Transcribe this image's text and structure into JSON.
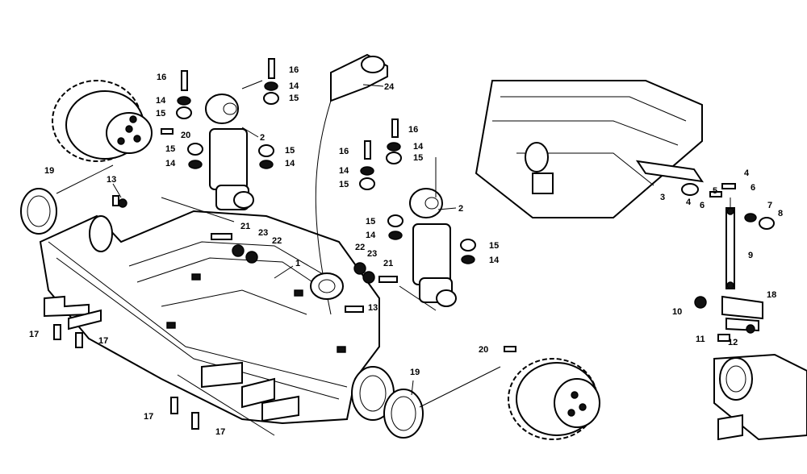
{
  "labels": [
    {
      "id": "l1",
      "text": "1"
    },
    {
      "id": "l2a",
      "text": "2"
    },
    {
      "id": "l2b",
      "text": "2"
    },
    {
      "id": "l3",
      "text": "3"
    },
    {
      "id": "l4a",
      "text": "4"
    },
    {
      "id": "l4b",
      "text": "4"
    },
    {
      "id": "l5",
      "text": "5"
    },
    {
      "id": "l6a",
      "text": "6"
    },
    {
      "id": "l6b",
      "text": "6"
    },
    {
      "id": "l7",
      "text": "7"
    },
    {
      "id": "l8",
      "text": "8"
    },
    {
      "id": "l9",
      "text": "9"
    },
    {
      "id": "l10",
      "text": "10"
    },
    {
      "id": "l11",
      "text": "11"
    },
    {
      "id": "l12",
      "text": "12"
    },
    {
      "id": "l13a",
      "text": "13"
    },
    {
      "id": "l13b",
      "text": "13"
    },
    {
      "id": "l14a",
      "text": "14"
    },
    {
      "id": "l14b",
      "text": "14"
    },
    {
      "id": "l14c",
      "text": "14"
    },
    {
      "id": "l14d",
      "text": "14"
    },
    {
      "id": "l14e",
      "text": "14"
    },
    {
      "id": "l14f",
      "text": "14"
    },
    {
      "id": "l14g",
      "text": "14"
    },
    {
      "id": "l14h",
      "text": "14"
    },
    {
      "id": "l15a",
      "text": "15"
    },
    {
      "id": "l15b",
      "text": "15"
    },
    {
      "id": "l15c",
      "text": "15"
    },
    {
      "id": "l15d",
      "text": "15"
    },
    {
      "id": "l15e",
      "text": "15"
    },
    {
      "id": "l15f",
      "text": "15"
    },
    {
      "id": "l15g",
      "text": "15"
    },
    {
      "id": "l15h",
      "text": "15"
    },
    {
      "id": "l16a",
      "text": "16"
    },
    {
      "id": "l16b",
      "text": "16"
    },
    {
      "id": "l16c",
      "text": "16"
    },
    {
      "id": "l16d",
      "text": "16"
    },
    {
      "id": "l17a",
      "text": "17"
    },
    {
      "id": "l17b",
      "text": "17"
    },
    {
      "id": "l17c",
      "text": "17"
    },
    {
      "id": "l17d",
      "text": "17"
    },
    {
      "id": "l18",
      "text": "18"
    },
    {
      "id": "l19a",
      "text": "19"
    },
    {
      "id": "l19b",
      "text": "19"
    },
    {
      "id": "l20a",
      "text": "20"
    },
    {
      "id": "l20b",
      "text": "20"
    },
    {
      "id": "l21a",
      "text": "21"
    },
    {
      "id": "l21b",
      "text": "21"
    },
    {
      "id": "l22a",
      "text": "22"
    },
    {
      "id": "l22b",
      "text": "22"
    },
    {
      "id": "l23a",
      "text": "23"
    },
    {
      "id": "l23b",
      "text": "23"
    },
    {
      "id": "l24",
      "text": "24"
    }
  ]
}
